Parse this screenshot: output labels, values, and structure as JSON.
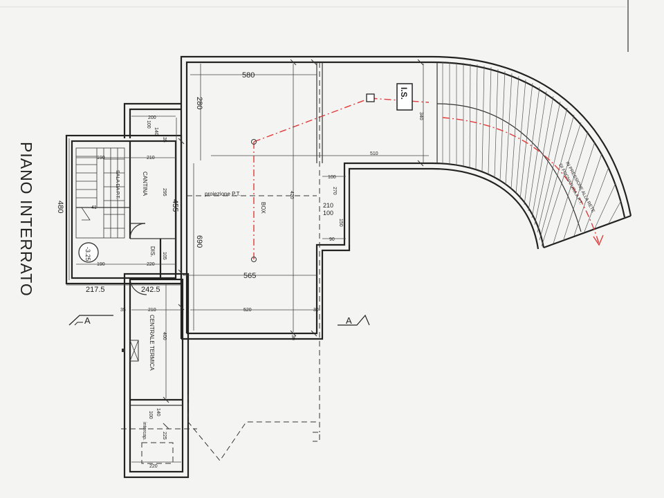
{
  "title": "PIANO INTERRATO",
  "rooms": {
    "cantina": "CANTINA",
    "box": "BOX",
    "centrale": "CENTRALE TERMICA",
    "dis": "DIS.",
    "intercap": "intercap.",
    "scala": "SALA DA P.T.",
    "is": "I.S."
  },
  "labels": {
    "proiezione": "proiezione P.T.",
    "pressione": "IN PRESSIONE ALLA RETE",
    "fognatura": "DI FOGNATURA A P.T.",
    "level": "-3.25",
    "section_a_left": "A",
    "section_a_right": "A"
  },
  "dims": {
    "d580": "580",
    "d280": "280",
    "d690": "690",
    "d565": "565",
    "d510": "510",
    "d520": "520",
    "d340": "340",
    "d480": "480",
    "d2175": "217.5",
    "d2425": "242.5",
    "d455": "455",
    "d200": "200",
    "d100a": "100",
    "d140a": "140",
    "d210a": "210",
    "d190a": "190",
    "d190b": "190",
    "d220a": "220",
    "d210b": "210",
    "d100b": "100",
    "d210c": "210",
    "d100c": "100",
    "d150": "150",
    "d90": "90",
    "d400": "400",
    "d140b": "140",
    "d100d": "100",
    "d225": "225",
    "d220b": "220",
    "d35a": "35",
    "d35b": "35",
    "d30a": "30",
    "d30b": "30",
    "d105": "105",
    "d295": "295",
    "d270": "270",
    "d41": "41",
    "d420": "420"
  }
}
